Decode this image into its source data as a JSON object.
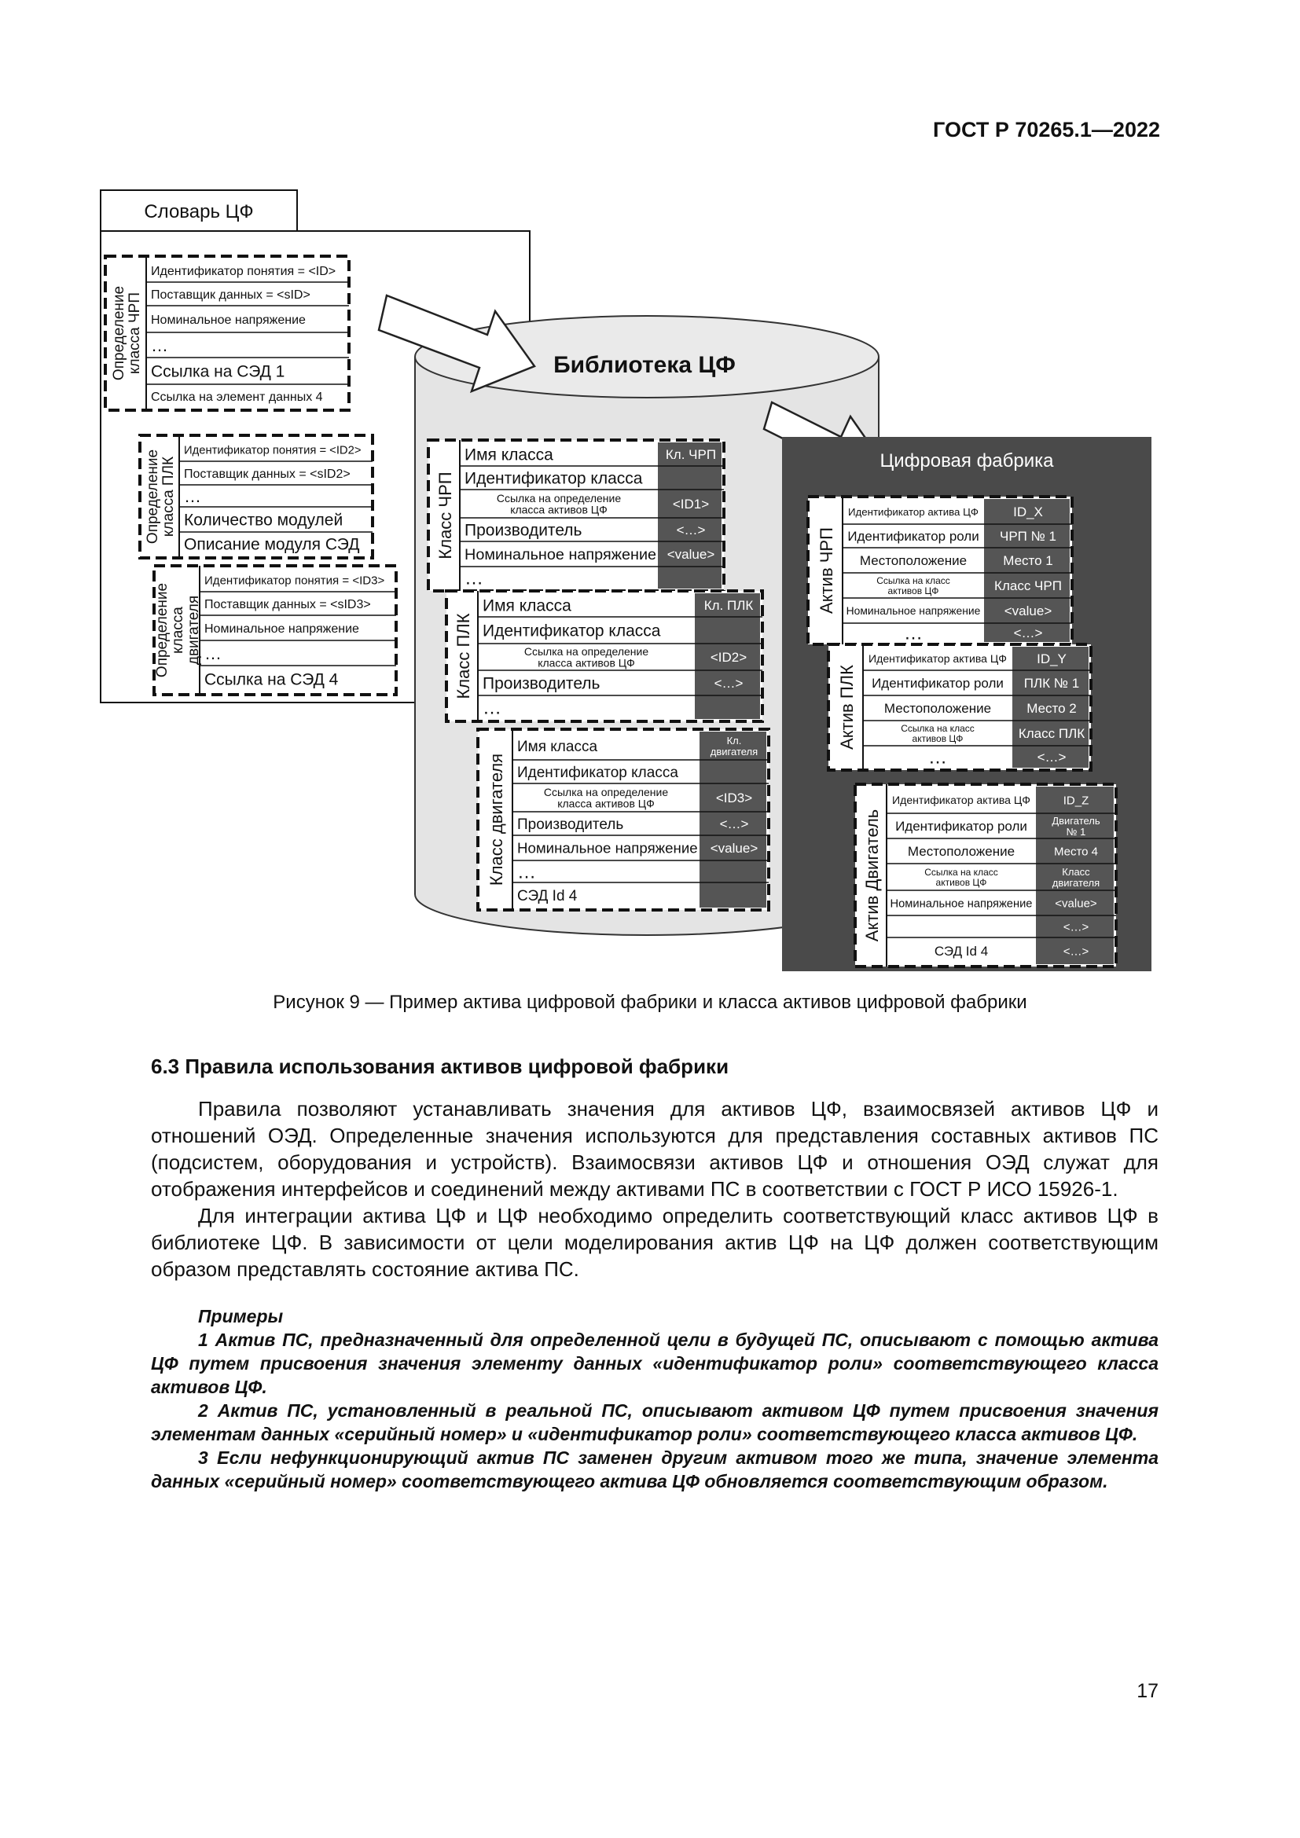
{
  "header": "ГОСТ Р 70265.1—2022",
  "figure": {
    "dictionary": {
      "title": "Словарь ЦФ",
      "groups": [
        {
          "label": [
            "Определение",
            "класса ЧРП"
          ],
          "rows": [
            "Идентификатор понятия = <ID>",
            "Поставщик данных = <sID>",
            "Номинальное напряжение",
            "…",
            "Ссылка на СЭД 1",
            "Ссылка на элемент данных 4"
          ]
        },
        {
          "label": [
            "Определение",
            "класса ПЛК"
          ],
          "rows": [
            "Идентификатор понятия = <ID2>",
            "Поставщик данных = <sID2>",
            "…",
            "Количество модулей",
            "Описание модуля СЭД"
          ]
        },
        {
          "label": [
            "Определение",
            "класса",
            "двигателя"
          ],
          "rows": [
            "Идентификатор понятия = <ID3>",
            "Поставщик данных = <sID3>",
            "Номинальное напряжение",
            "…",
            "Ссылка на СЭД 4"
          ]
        }
      ]
    },
    "library": {
      "title": "Библиотека ЦФ",
      "classes": [
        {
          "side": "Класс ЧРП",
          "rows": [
            [
              "Имя класса",
              "Кл. ЧРП"
            ],
            [
              "Идентификатор класса",
              ""
            ],
            [
              "Ссылка на определение класса активов ЦФ",
              "<ID1>"
            ],
            [
              "Производитель",
              "<…>"
            ],
            [
              "Номинальное напряжение",
              "<value>"
            ],
            [
              "…",
              ""
            ]
          ]
        },
        {
          "side": "Класс ПЛК",
          "rows": [
            [
              "Имя класса",
              "Кл. ПЛК"
            ],
            [
              "Идентификатор класса",
              ""
            ],
            [
              "Ссылка на определение класса активов ЦФ",
              "<ID2>"
            ],
            [
              "Производитель",
              "<…>"
            ],
            [
              "…",
              ""
            ]
          ]
        },
        {
          "side": "Класс двигателя",
          "rows": [
            [
              "Имя класса",
              "Кл. двигателя"
            ],
            [
              "Идентификатор класса",
              ""
            ],
            [
              "Ссылка на определение класса активов ЦФ",
              "<ID3>"
            ],
            [
              "Производитель",
              "<…>"
            ],
            [
              "Номинальное напряжение",
              "<value>"
            ],
            [
              "…",
              ""
            ],
            [
              "СЭД Id 4",
              ""
            ]
          ]
        }
      ]
    },
    "factory": {
      "title": "Цифровая фабрика",
      "assets": [
        {
          "side": "Актив ЧРП",
          "rows": [
            [
              "Идентификатор актива ЦФ",
              "ID_X"
            ],
            [
              "Идентификатор роли",
              "ЧРП № 1"
            ],
            [
              "Местоположение",
              "Место 1"
            ],
            [
              "Ссылка на класс активов ЦФ",
              "Класс ЧРП"
            ],
            [
              "Номинальное напряжение",
              "<value>"
            ],
            [
              "…",
              "<…>"
            ]
          ]
        },
        {
          "side": "Актив ПЛК",
          "rows": [
            [
              "Идентификатор актива ЦФ",
              "ID_Y"
            ],
            [
              "Идентификатор роли",
              "ПЛК № 1"
            ],
            [
              "Местоположение",
              "Место 2"
            ],
            [
              "Ссылка на класс активов ЦФ",
              "Класс ПЛК"
            ],
            [
              "…",
              "<…>"
            ]
          ]
        },
        {
          "side": "Актив Двигатель",
          "rows": [
            [
              "Идентификатор актива ЦФ",
              "ID_Z"
            ],
            [
              "Идентификатор роли",
              "Двигатель № 1"
            ],
            [
              "Местоположение",
              "Место 4"
            ],
            [
              "Ссылка на класс активов ЦФ",
              "Класс двигателя"
            ],
            [
              "Номинальное напряжение",
              "<value>"
            ],
            [
              "",
              "<…>"
            ],
            [
              "СЭД Id 4",
              "<…>"
            ]
          ]
        }
      ]
    }
  },
  "caption": "Рисунок 9 — Пример актива цифровой фабрики и класса активов цифровой фабрики",
  "section_title": "6.3 Правила использования активов цифровой фабрики",
  "paragraphs": [
    "Правила позволяют устанавливать значения для активов ЦФ, взаимосвязей активов ЦФ и отношений ОЭД. Определенные значения используются для представления составных активов ПС (подсистем, оборудования и устройств). Взаимосвязи активов ЦФ и отношения ОЭД служат для отображения интерфейсов и соединений между активами ПС в соответствии с ГОСТ Р ИСО 15926-1.",
    "Для интеграции актива ЦФ и ЦФ необходимо определить соответствующий класс активов ЦФ в библиотеке ЦФ. В зависимости от цели моделирования актив ЦФ на ЦФ должен соответствующим образом представлять состояние актива ПС."
  ],
  "examples_title": "Примеры",
  "examples": [
    "1 Актив ПС, предназначенный для определенной цели в будущей ПС, описывают с помощью актива ЦФ путем присвоения значения элементу данных «идентификатор роли» соответствующего класса активов ЦФ.",
    "2 Актив ПС, установленный в реальной ПС, описывают активом ЦФ путем присвоения значения элементам данных «серийный номер» и «идентификатор роли» соответствующего класса активов ЦФ.",
    "3 Если нефункционирующий актив ПС заменен другим активом того же типа, значение элемента данных «серийный номер» соответствующего актива ЦФ обновляется соответствующим образом."
  ],
  "page_number": "17",
  "colors": {
    "factory_bg": "#4a4a4a",
    "value_cell": "#555555",
    "cylinder": "#e4e4e4"
  }
}
